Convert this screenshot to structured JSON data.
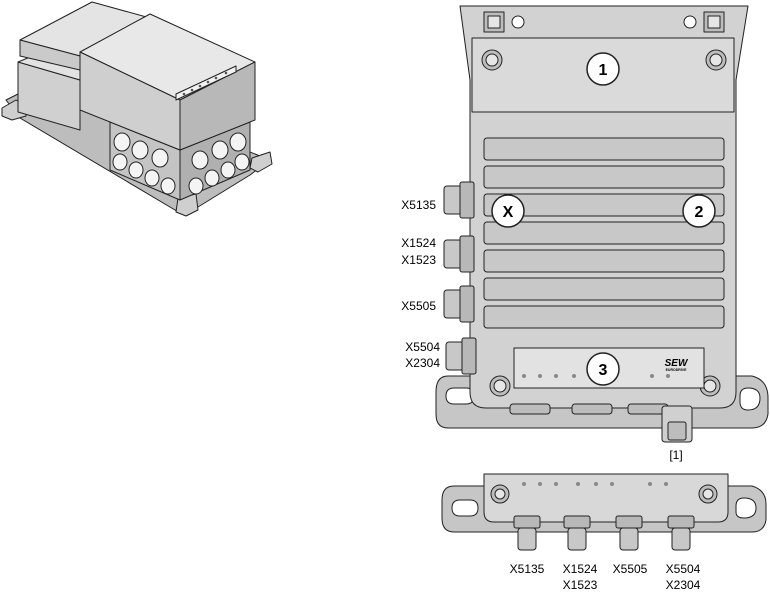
{
  "figure": {
    "callouts": {
      "c1": "1",
      "c2": "2",
      "c3": "3",
      "cx": "X"
    },
    "side_connector_labels": {
      "x5135": "X5135",
      "x1524": "X1524",
      "x1523": "X1523",
      "x5505": "X5505",
      "x5504": "X5504",
      "x2304": "X2304"
    },
    "bottom_connector_labels": {
      "x5135": "X5135",
      "x1524": "X1524",
      "x1523": "X1523",
      "x5505": "X5505",
      "x5504": "X5504",
      "x2304": "X2304"
    },
    "footnote_marker": "[1]",
    "brand_logo": "SEW",
    "brand_logo_sub": "EURODRIVE"
  },
  "colors": {
    "body": "#d4d4d4",
    "body_light": "#e6e6e6",
    "body_dark": "#a8a8a8",
    "outline": "#222222"
  }
}
